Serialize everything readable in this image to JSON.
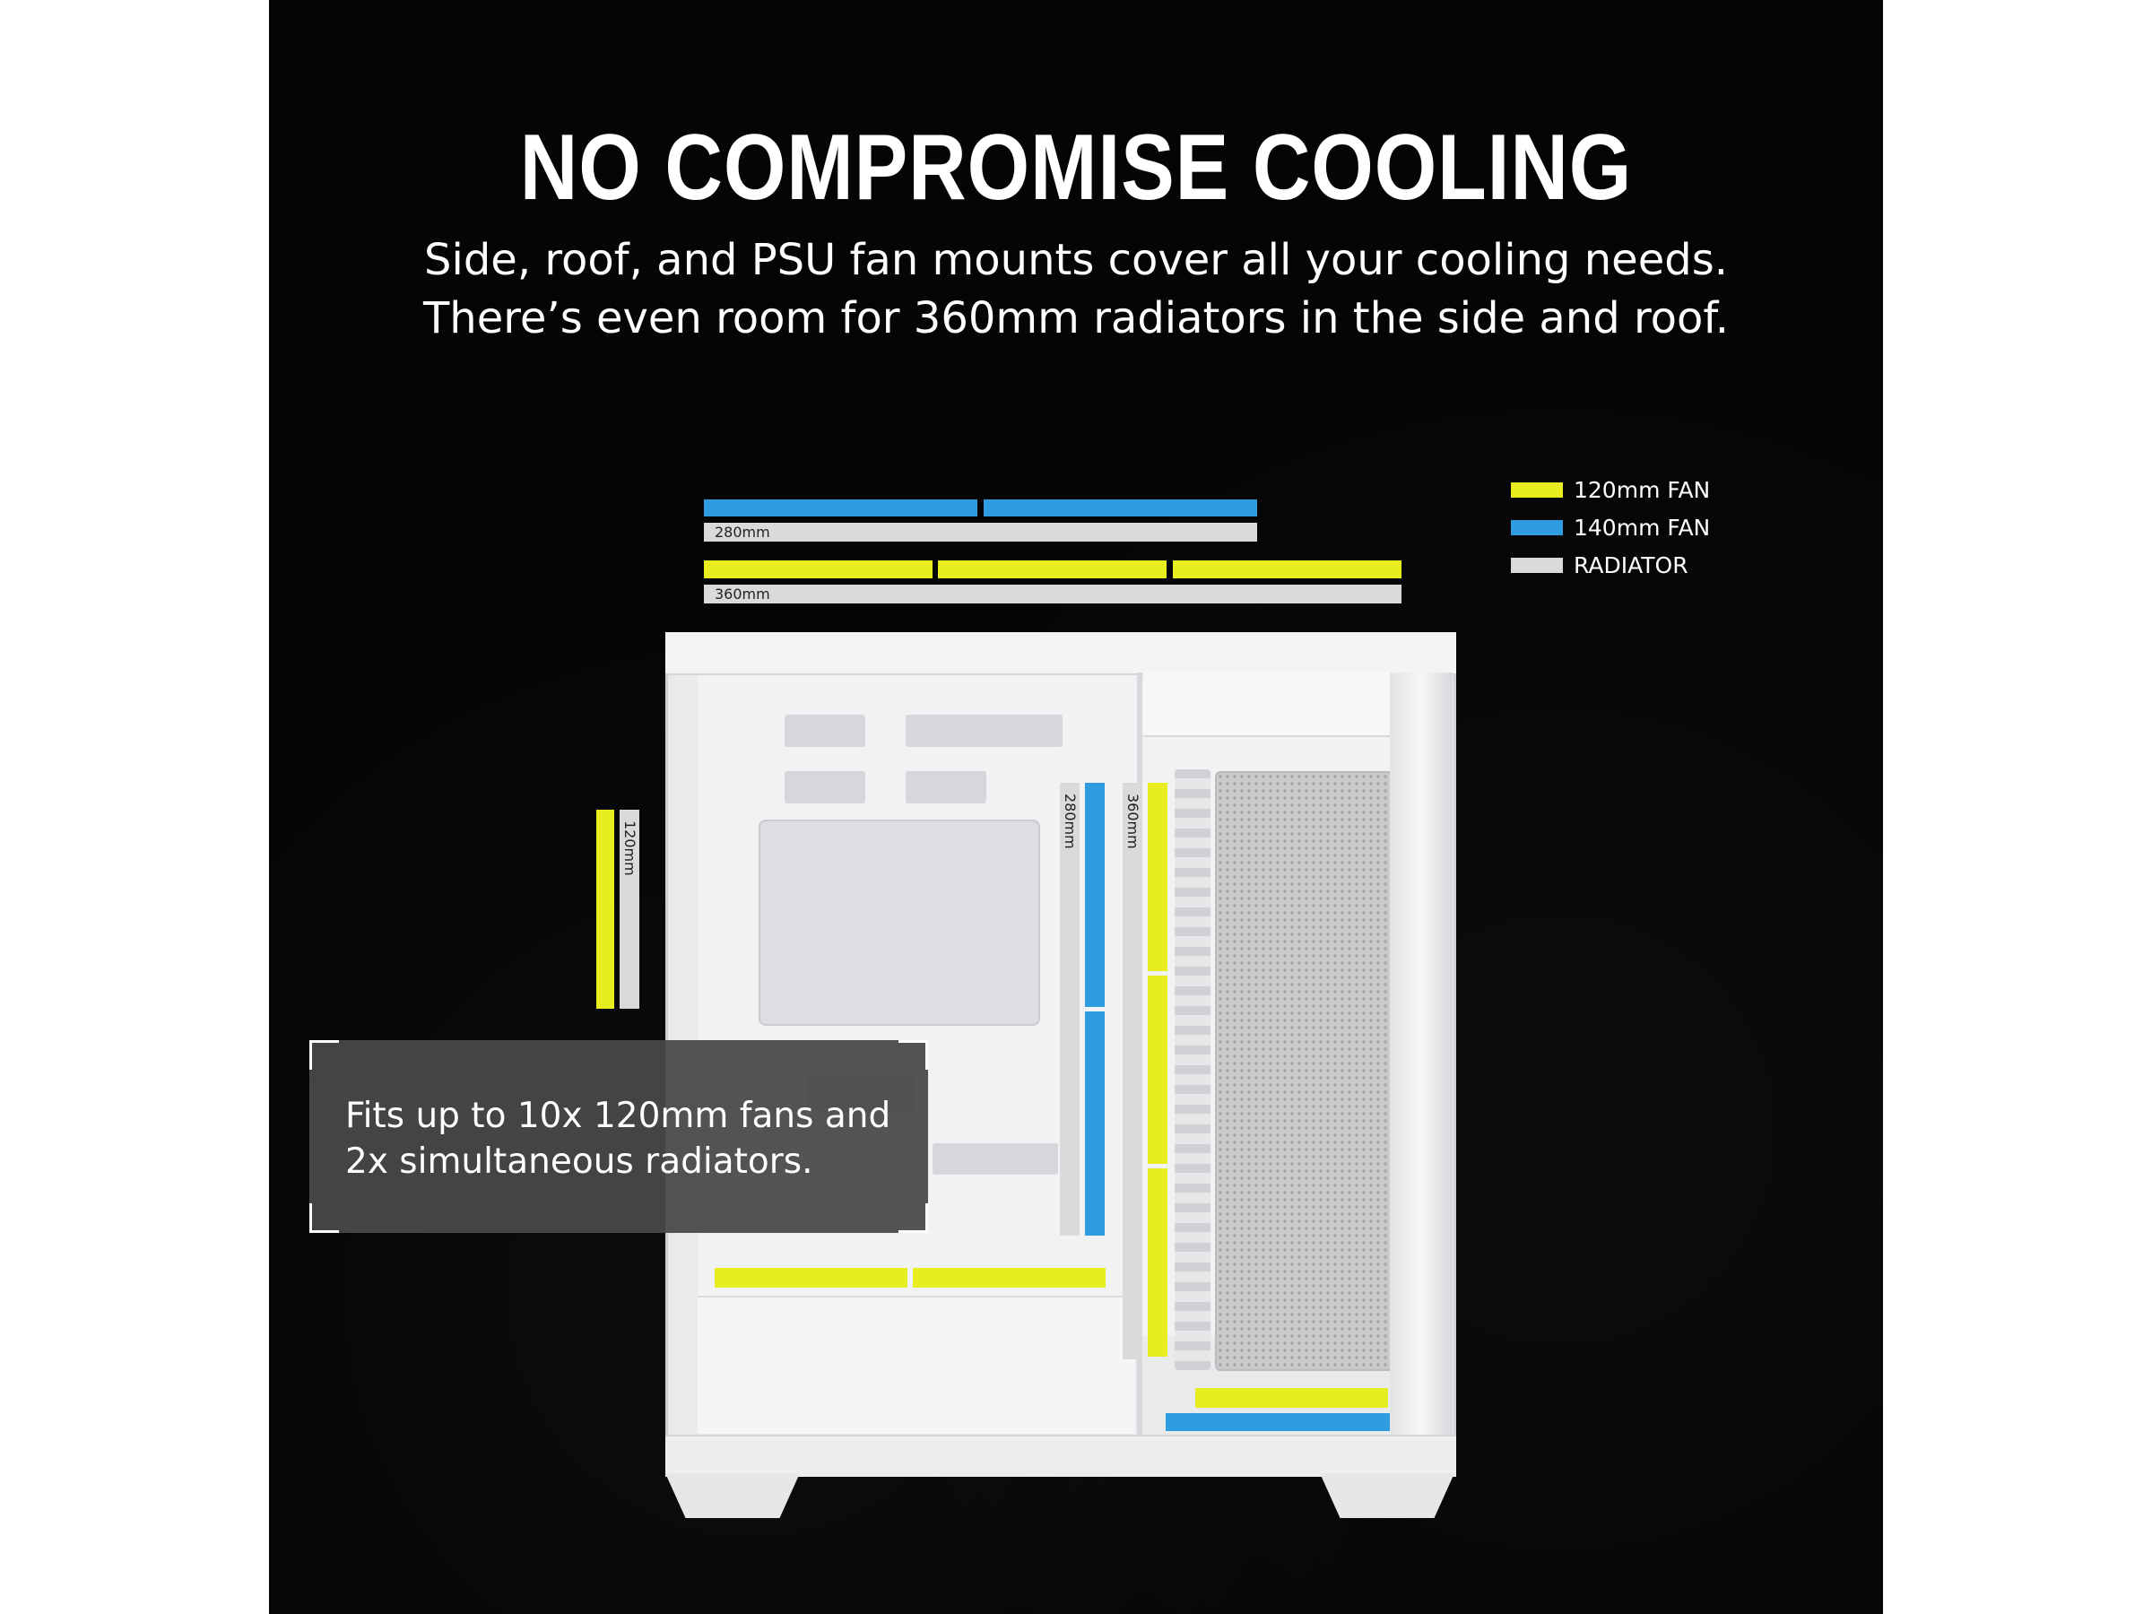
{
  "headline": "NO COMPROMISE COOLING",
  "subtitle": {
    "line1": "Side, roof, and PSU fan mounts cover all your cooling needs.",
    "line2": "There’s even room for 360mm radiators in the side and roof."
  },
  "legend": [
    {
      "label": "120mm FAN",
      "color": "#e7ed1f"
    },
    {
      "label": "140mm FAN",
      "color": "#2f9be0"
    },
    {
      "label": "RADIATOR",
      "color": "#d9dadb"
    }
  ],
  "colors": {
    "fan_120": "#e7ed1f",
    "fan_140": "#2f9be0",
    "radiator": "#d9dadb",
    "background": "#050505"
  },
  "labels": {
    "roof_280": "280mm",
    "roof_360": "360mm",
    "rear_120": "120mm",
    "side_280": "280mm",
    "side_360": "360mm"
  },
  "callout": {
    "line1": "Fits up to 10x 120mm fans and",
    "line2": "2x simultaneous radiators."
  }
}
